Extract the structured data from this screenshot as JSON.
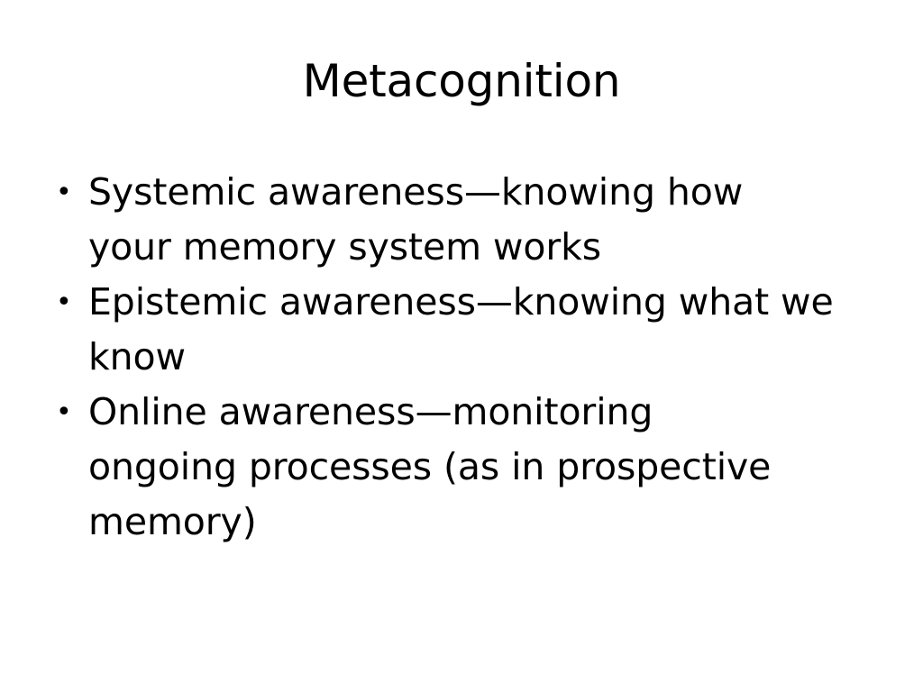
{
  "slide": {
    "title": "Metacognition",
    "background_color": "#FFFFFF",
    "text_color": "#000000",
    "bullet_glyph": "•",
    "bullets": [
      {
        "text": "Systemic awareness—knowing how your memory system works",
        "lines": [
          "Systemic awareness—knowing how your",
          "memory system works"
        ]
      },
      {
        "text": "Epistemic awareness—knowing what we know",
        "lines": [
          "Epistemic awareness—knowing what we know"
        ]
      },
      {
        "text": "Online awareness—monitoring ongoing processes (as in prospective memory)",
        "lines": [
          "Online awareness—monitoring ongoing",
          "processes (as in prospective memory)"
        ]
      }
    ]
  }
}
